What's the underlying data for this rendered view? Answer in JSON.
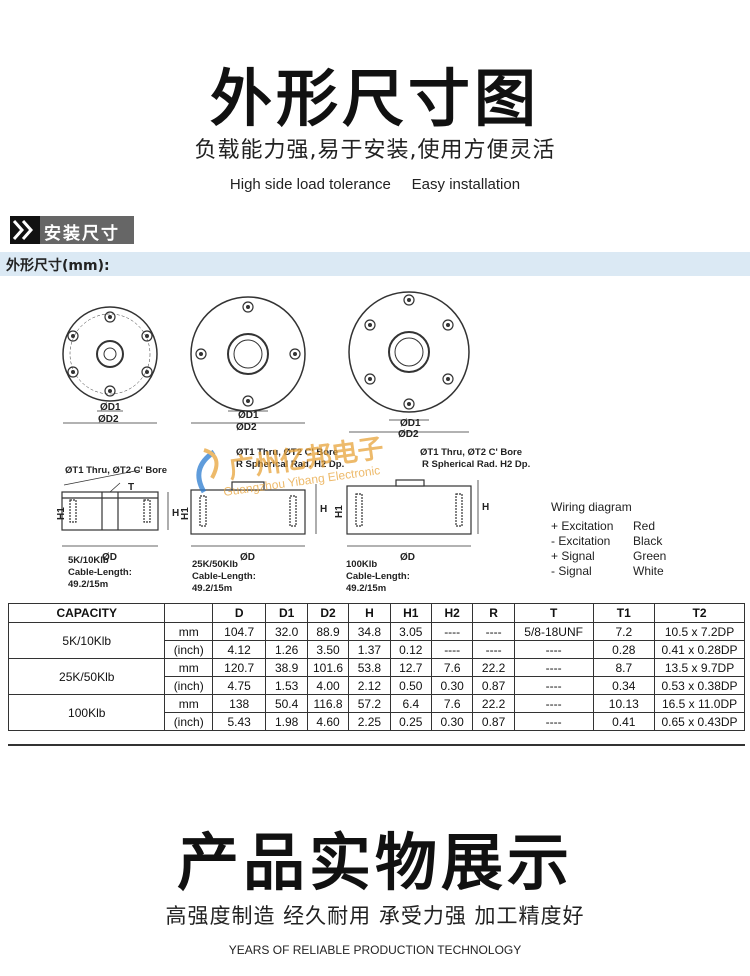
{
  "header": {
    "title": "外形尺寸图",
    "subtitle_cn": "负载能力强,易于安装,使用方便灵活",
    "subtitle_en": "High side load tolerance     Easy installation"
  },
  "section": {
    "tag": "安装尺寸",
    "bar_label": "外形尺寸(mm):"
  },
  "drawing": {
    "dim_d1": "ØD1",
    "dim_d2": "ØD2",
    "dim_d": "ØD",
    "callout_thru": "ØT1 Thru, ØT2 C' Bore",
    "callout_r": "R Spherical Rad. H2 Dp.",
    "dim_t": "T",
    "dim_h": "H",
    "dim_h1": "H1",
    "models": [
      {
        "name": "5K/10Klb",
        "cable_label": "Cable-Length:",
        "cable": "49.2/15m"
      },
      {
        "name": "25K/50Klb",
        "cable_label": "Cable-Length:",
        "cable": "49.2/15m"
      },
      {
        "name": "100Klb",
        "cable_label": "Cable-Length:",
        "cable": "49.2/15m"
      }
    ],
    "watermark_cn": "广州亿邦电子",
    "watermark_en": "Guangzhou Yibang Electronic"
  },
  "wiring": {
    "title": "Wiring diagram",
    "rows": [
      {
        "signal": "+ Excitation",
        "color": "Red"
      },
      {
        "signal": "- Excitation",
        "color": "Black"
      },
      {
        "signal": "+ Signal",
        "color": "Green"
      },
      {
        "signal": "- Signal",
        "color": "White"
      }
    ]
  },
  "table": {
    "headers": [
      "CAPACITY",
      "",
      "D",
      "D1",
      "D2",
      "H",
      "H1",
      "H2",
      "R",
      "T",
      "T1",
      "T2"
    ],
    "groups": [
      {
        "capacity": "5K/10Klb",
        "rows": [
          [
            "mm",
            "104.7",
            "32.0",
            "88.9",
            "34.8",
            "3.05",
            "----",
            "----",
            "5/8-18UNF",
            "7.2",
            "10.5 x 7.2DP"
          ],
          [
            "(inch)",
            "4.12",
            "1.26",
            "3.50",
            "1.37",
            "0.12",
            "----",
            "----",
            "----",
            "0.28",
            "0.41 x 0.28DP"
          ]
        ]
      },
      {
        "capacity": "25K/50Klb",
        "rows": [
          [
            "mm",
            "120.7",
            "38.9",
            "101.6",
            "53.8",
            "12.7",
            "7.6",
            "22.2",
            "----",
            "8.7",
            "13.5 x 9.7DP"
          ],
          [
            "(inch)",
            "4.75",
            "1.53",
            "4.00",
            "2.12",
            "0.50",
            "0.30",
            "0.87",
            "----",
            "0.34",
            "0.53 x 0.38DP"
          ]
        ]
      },
      {
        "capacity": "100Klb",
        "rows": [
          [
            "mm",
            "138",
            "50.4",
            "116.8",
            "57.2",
            "6.4",
            "7.6",
            "22.2",
            "----",
            "10.13",
            "16.5 x 11.0DP"
          ],
          [
            "(inch)",
            "5.43",
            "1.98",
            "4.60",
            "2.25",
            "0.25",
            "0.30",
            "0.87",
            "----",
            "0.41",
            "0.65 x 0.43DP"
          ]
        ]
      }
    ]
  },
  "footer": {
    "title": "产品实物展示",
    "subtitle_cn": "高强度制造 经久耐用 承受力强 加工精度好",
    "subtitle_en": "YEARS OF RELIABLE PRODUCTION TECHNOLOGY"
  },
  "colors": {
    "bar": "#dbe9f4",
    "tag": "#666666",
    "watermark": "#e8a33a"
  }
}
